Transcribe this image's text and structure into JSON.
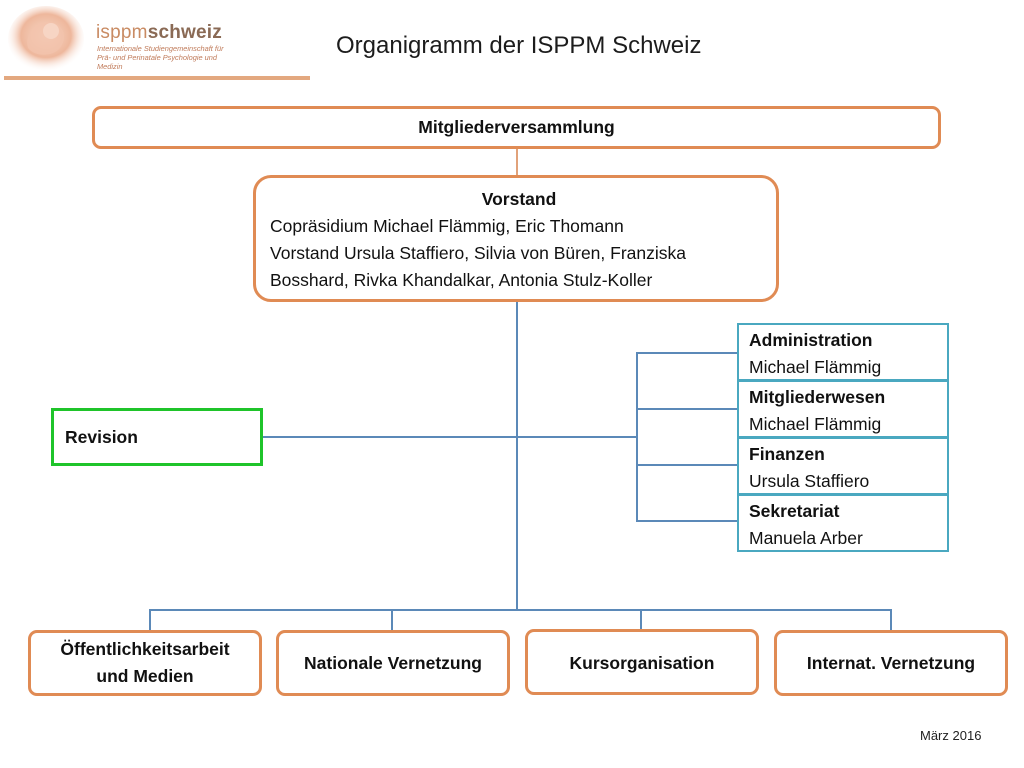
{
  "header": {
    "logo_name_part1": "isppm",
    "logo_name_part2": "schweiz",
    "logo_sub_line1": "Internationale Studiengemeinschaft für",
    "logo_sub_line2": "Prä- und Perinatale Psychologie und Medizin",
    "title": "Organigramm der ISPPM Schweiz"
  },
  "org": {
    "top": "Mitgliederversammlung",
    "vorstand": {
      "title": "Vorstand",
      "lines": [
        "Copräsidium  Michael Flämmig, Eric Thomann",
        "Vorstand Ursula Staffiero, Silvia von Büren, Franziska",
        "Bosshard, Rivka Khandalkar, Antonia Stulz-Koller"
      ]
    },
    "revision": "Revision",
    "staff": [
      {
        "title": "Administration",
        "name": "Michael Flämmig"
      },
      {
        "title": "Mitgliederwesen",
        "name": "Michael Flämmig"
      },
      {
        "title": "Finanzen",
        "name": "Ursula Staffiero"
      },
      {
        "title": "Sekretariat",
        "name": "Manuela Arber"
      }
    ],
    "bottom": [
      {
        "line1": "Öffentlichkeitsarbeit",
        "line2": "und Medien"
      },
      {
        "line1": "Nationale Vernetzung"
      },
      {
        "line1": "Kursorganisation"
      },
      {
        "line1": "Internat. Vernetzung"
      }
    ]
  },
  "footer": {
    "date": "März 2016"
  },
  "colors": {
    "orange_border": "#e08b54",
    "green_border": "#1fc42a",
    "blue_border": "#4aa8c0",
    "connector": "#5b89b8"
  }
}
